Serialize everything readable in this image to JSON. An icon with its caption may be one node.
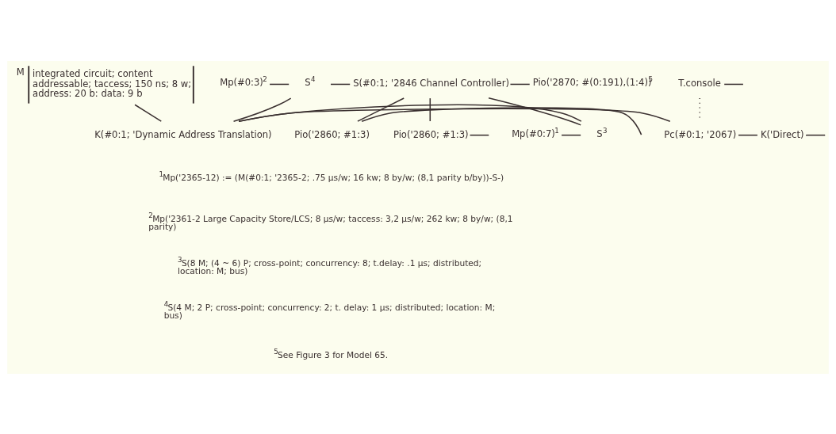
{
  "diagram": {
    "nodes": [
      {
        "text": [
          "M",
          "integrated circuit; content addressable; taccess; 150 ns; 8 w; address: 20 b: data: 9 b"
        ]
      },
      {
        "text": [
          "T.console"
        ]
      },
      {
        "text": [
          "Mp(#0:7)$^{1}$"
        ]
      },
      {
        "text": [
          "S$^{3}$"
        ]
      },
      {
        "text": [
          "K(#0:1; 'Dynamic Address Translation)"
        ]
      },
      {
        "text": [
          "Pc(#0:1; '2067)"
        ]
      },
      {
        "text": [
          "K('Direct)"
        ]
      },
      {
        "text": [
          "Mp(#0:3)$^{2}$"
        ]
      },
      {
        "text": [
          "S$^{4}$"
        ]
      },
      {
        "text": [
          "S(#0:1; '2846 Channel Controller)"
        ]
      },
      {
        "text": [
          "Pio('2870; #(0:191),(1:4))$^{5}$"
        ]
      },
      {
        "text": [
          "Pio('2860; #1:3)"
        ]
      },
      {
        "text": [
          "Pio('2860; #1:3)"
        ]
      }
    ],
    "edges": [
      {
        "from": 2,
        "to": 3,
        "arrow": "none"
      },
      {
        "from": 3,
        "to": 4,
        "arrow": "none"
      },
      {
        "from": 0,
        "to": 4,
        "arrow": "none"
      },
      {
        "from": 4,
        "to": 5,
        "arrow": "none"
      },
      {
        "from": 1,
        "to": 5,
        "arrow": "none",
        "style": "dashed"
      },
      {
        "from": 1,
        "to": null,
        "arrow": "none"
      },
      {
        "from": 5,
        "to": 6,
        "arrow": "none"
      },
      {
        "from": 6,
        "to": null,
        "arrow": "none"
      },
      {
        "from": 7,
        "to": 8,
        "arrow": "none"
      },
      {
        "from": 8,
        "to": 9,
        "arrow": "none"
      },
      {
        "from": 3,
        "to": 9,
        "arrow": "none"
      },
      {
        "from": 8,
        "to": 4,
        "arrow": "none"
      },
      {
        "from": 9,
        "to": 10,
        "arrow": "none"
      },
      {
        "from": 9,
        "to": 11,
        "arrow": "none"
      },
      {
        "from": 9,
        "to": 12,
        "arrow": "none"
      },
      {
        "from": 11,
        "to": null,
        "arrow": "none"
      },
      {
        "from": 12,
        "to": null,
        "arrow": "none"
      }
    ],
    "labels": [
      "$^{1}$Mp('2365-12) := (M(#0:1; '2365-2; .75 µs/w; 16 kw; 8 by/w; (8,1 parity b/by))-S-)",
      "$^{2}$Mp('2361-2 Large Capacity Store/LCS; 8 µs/w; taccess: 3,2 µs/w; 262 kw; 8 by/w; (8,1 parity)",
      "$^{3}$S(8 M; (4 ~ 6) P; cross-point; concurrency: 8; t.delay: .1 µs; distributed; location: M; bus)",
      "$^{4}$S(4 M; 2 P; cross-point; concurrency: 2; t. delay: 1 µs; distributed; location: M; bus)",
      "$^{5}$See Figure 3 for Model 65."
    ]
  }
}
